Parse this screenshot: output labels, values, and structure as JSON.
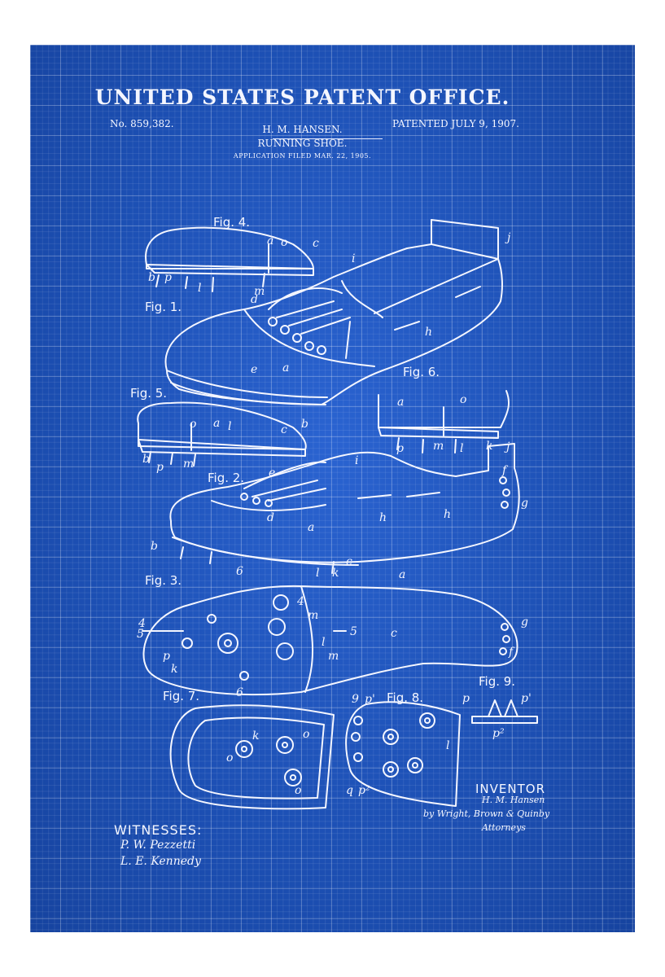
{
  "header": {
    "office": "UNITED STATES PATENT OFFICE.",
    "patent_number": "No. 859,382.",
    "inventor": "H. M. HANSEN.",
    "title": "RUNNING SHOE.",
    "filed": "APPLICATION FILED MAR. 22, 1905.",
    "patented": "PATENTED JULY 9, 1907."
  },
  "figures": {
    "fig1": "Fig. 1.",
    "fig2": "Fig. 2.",
    "fig3": "Fig. 3.",
    "fig4": "Fig. 4.",
    "fig5": "Fig. 5.",
    "fig6": "Fig. 6.",
    "fig7": "Fig. 7.",
    "fig8": "Fig. 8.",
    "fig9": "Fig. 9."
  },
  "footer": {
    "witnesses_label": "WITNESSES:",
    "witness_1": "P. W. Pezzetti",
    "witness_2": "L. E. Kennedy",
    "inventor_label": "INVENTOR",
    "inventor_signature": "H. M. Hansen",
    "attorneys_signature": "by Wright, Brown & Quinby",
    "attorneys_label": "Attorneys"
  },
  "colors": {
    "background": "#1c4fb3",
    "line": "#f4f6ff",
    "margin": "#ffffff"
  }
}
